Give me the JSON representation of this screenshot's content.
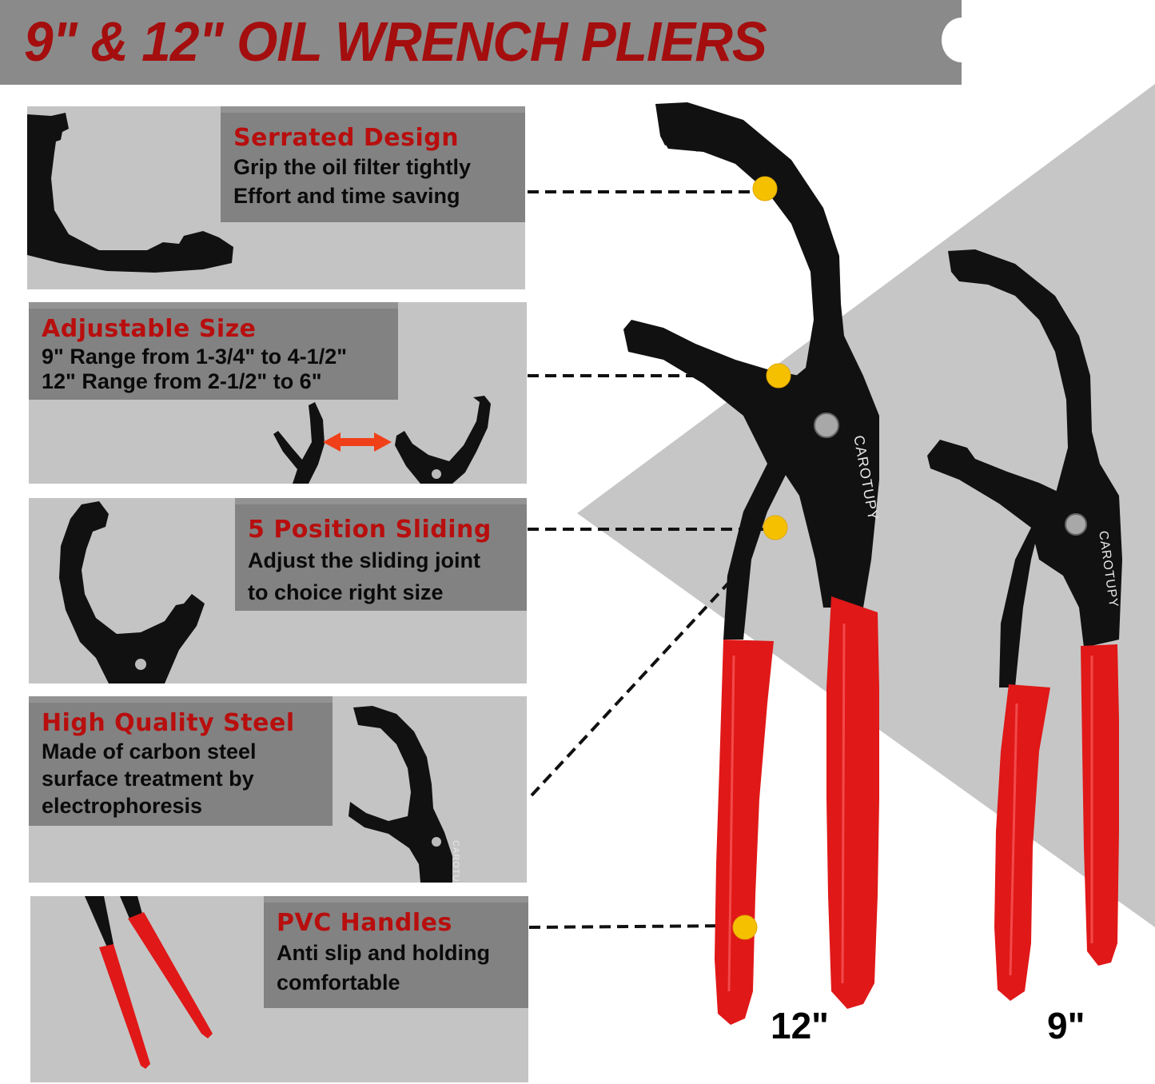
{
  "title": "9\" & 12\" OIL WRENCH PLIERS",
  "brand": "CAROTUPY",
  "colors": {
    "title_red": "#a40e0e",
    "heading_red": "#b80e0e",
    "title_bar_gray": "#8a8a8a",
    "panel_gray": "#c4c4c4",
    "caption_gray": "#828282",
    "handle_red": "#e01818",
    "callout_dot_yellow": "#f5c000",
    "steel_black": "#111111"
  },
  "features": [
    {
      "heading": "Serrated Design",
      "lines": [
        "Grip the oil filter tightly",
        "Effort and time saving"
      ],
      "icon": "serrated-jaw-image"
    },
    {
      "heading": "Adjustable Size",
      "lines": [
        "9\" Range from 1-3/4\" to 4-1/2\"",
        "12\" Range from 2-1/2\" to 6\""
      ],
      "icon": "adjustable-jaw-image"
    },
    {
      "heading": "5 Position Sliding",
      "lines": [
        "Adjust the sliding joint",
        "to choice right size"
      ],
      "icon": "sliding-joint-image"
    },
    {
      "heading": "High Quality Steel",
      "lines": [
        "Made of carbon steel",
        "surface treatment by",
        "electrophoresis"
      ],
      "icon": "steel-jaw-image"
    },
    {
      "heading": "PVC Handles",
      "lines": [
        "Anti slip and holding",
        "comfortable"
      ],
      "icon": "pvc-handles-image"
    }
  ],
  "products": [
    {
      "size_label": "12\"",
      "brand": "CAROTUPY"
    },
    {
      "size_label": "9\"",
      "brand": "CAROTUPY"
    }
  ]
}
